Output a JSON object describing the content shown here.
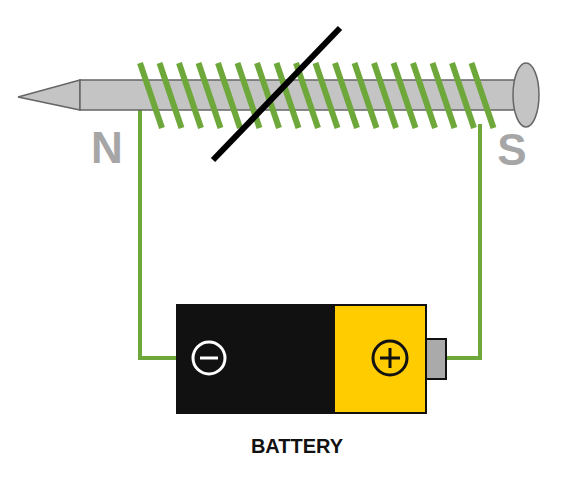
{
  "diagram": {
    "labels": [
      "N",
      "S",
      "BATTERY"
    ]
  }
}
